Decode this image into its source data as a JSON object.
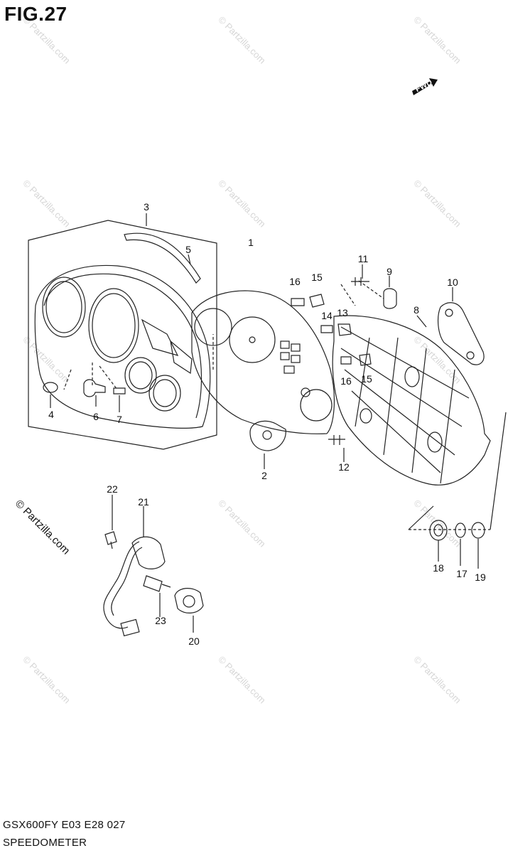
{
  "figure": {
    "title": "FIG.27",
    "fwd_label": "FWD",
    "model_code": "GSX600FY  E03  E28   027",
    "section_name": "SPEEDOMETER"
  },
  "watermark": {
    "main_text": "© Partzilla.com",
    "tile_text": "© Partzilla.com"
  },
  "callouts": {
    "c1": "1",
    "c2": "2",
    "c3": "3",
    "c4": "4",
    "c5": "5",
    "c6": "6",
    "c7": "7",
    "c8": "8",
    "c9": "9",
    "c10": "10",
    "c11": "11",
    "c12": "12",
    "c13": "13",
    "c14": "14",
    "c15a": "15",
    "c15b": "15",
    "c16a": "16",
    "c16b": "16",
    "c17": "17",
    "c18": "18",
    "c19": "19",
    "c20": "20",
    "c21": "21",
    "c22": "22",
    "c23": "23"
  },
  "icons": [
    "fwd-arrow-icon"
  ]
}
